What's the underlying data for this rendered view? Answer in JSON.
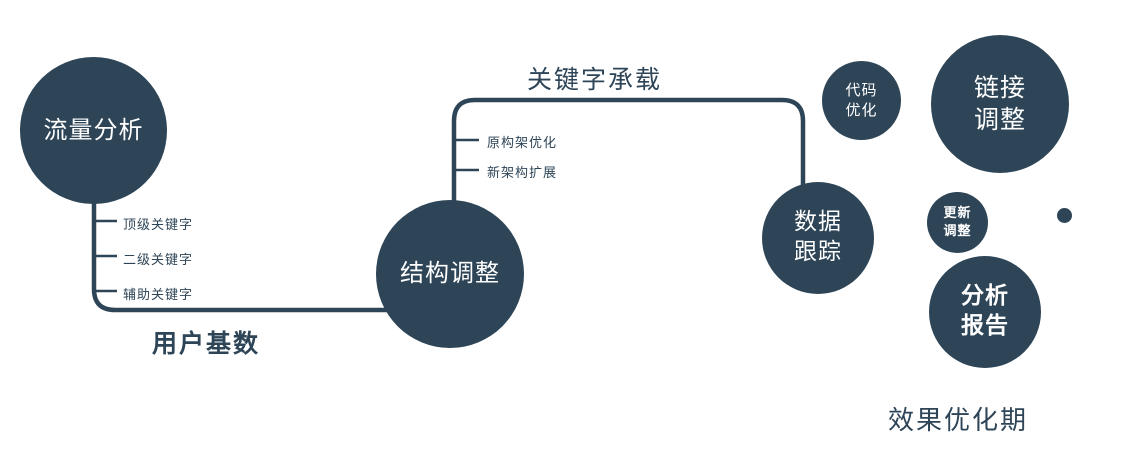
{
  "colors": {
    "navy": "#2e4557",
    "white": "#ffffff"
  },
  "nodes": {
    "traffic_analysis": {
      "label": "流量分析"
    },
    "structure_adjust": {
      "label": "结构调整"
    },
    "data_tracking": {
      "line1": "数据",
      "line2": "跟踪"
    },
    "code_optimization": {
      "line1": "代码",
      "line2": "优化"
    },
    "link_adjustment": {
      "line1": "链接",
      "line2": "调整"
    },
    "update_adjustment": {
      "line1": "更新",
      "line2": "调整"
    },
    "analysis_report": {
      "line1": "分析",
      "line2": "报告"
    }
  },
  "labels": {
    "user_base": "用户基数",
    "keyword_carry": "关键字承载",
    "phase": "效果优化期"
  },
  "left_ticks": [
    "顶级关键字",
    "二级关键字",
    "辅助关键字"
  ],
  "mid_ticks": [
    "原构架优化",
    "新架构扩展"
  ]
}
